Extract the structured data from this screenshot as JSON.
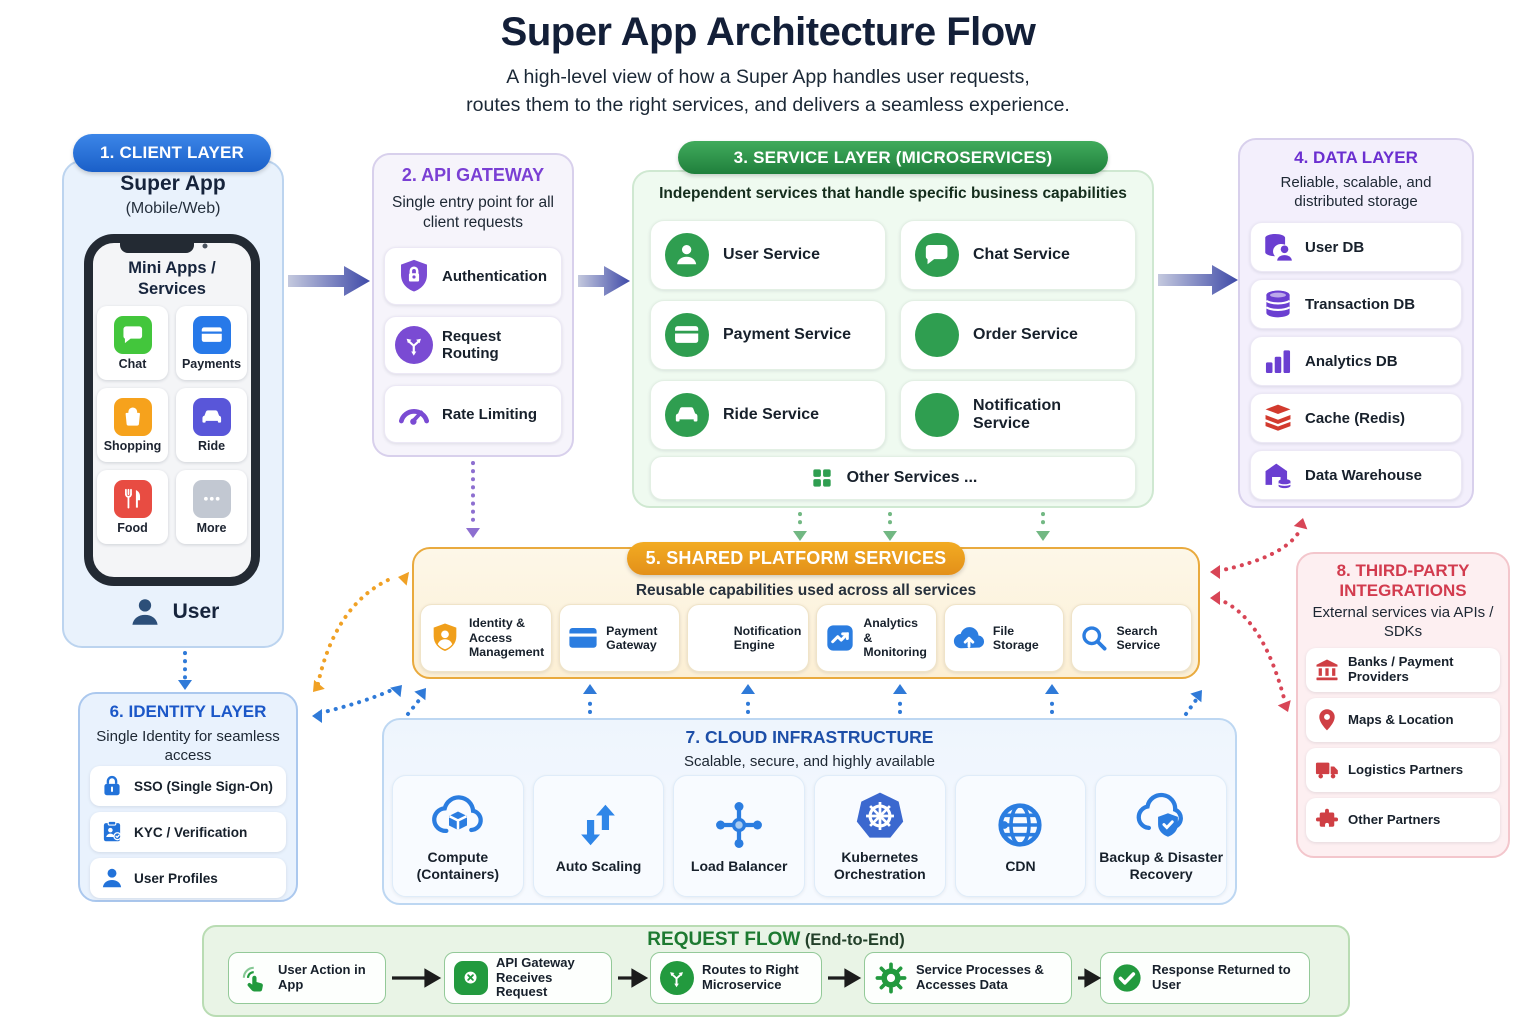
{
  "title": "Super App Architecture Flow",
  "subtitle_line1": "A high-level view of how a Super App handles user requests,",
  "subtitle_line2": "routes them to the right services, and delivers a seamless experience.",
  "client": {
    "header": "1. CLIENT LAYER",
    "app_name": "Super App",
    "app_platform": "(Mobile/Web)",
    "phone_heading": "Mini Apps / Services",
    "tiles": [
      {
        "label": "Chat",
        "icon": "chat-icon",
        "color": "#43c63c"
      },
      {
        "label": "Payments",
        "icon": "credit-card-icon",
        "color": "#2779e9"
      },
      {
        "label": "Shopping",
        "icon": "shopping-bag-icon",
        "color": "#f6a21c"
      },
      {
        "label": "Ride",
        "icon": "car-icon",
        "color": "#5956d9"
      },
      {
        "label": "Food",
        "icon": "food-icon",
        "color": "#e84c42"
      },
      {
        "label": "More",
        "icon": "dots-icon",
        "color": "#c2c8d2"
      }
    ],
    "user_label": "User"
  },
  "gateway": {
    "header": "2. API GATEWAY",
    "description": "Single entry point for all client requests",
    "items": [
      {
        "label": "Authentication",
        "icon": "shield-lock-icon"
      },
      {
        "label": "Request Routing",
        "icon": "route-icon"
      },
      {
        "label": "Rate Limiting",
        "icon": "gauge-icon"
      }
    ]
  },
  "services": {
    "header": "3. SERVICE LAYER (MICROSERVICES)",
    "description": "Independent services that handle specific business capabilities",
    "items": [
      {
        "label": "User Service",
        "icon": "person-icon"
      },
      {
        "label": "Chat Service",
        "icon": "chat-icon"
      },
      {
        "label": "Payment Service",
        "icon": "credit-card-icon"
      },
      {
        "label": "Order Service",
        "icon": "cart-icon"
      },
      {
        "label": "Ride Service",
        "icon": "car-icon"
      },
      {
        "label": "Notification Service",
        "icon": "bell-icon"
      }
    ],
    "other_label": "Other Services ...",
    "other_icon": "grid-icon"
  },
  "datalayer": {
    "header": "4. DATA LAYER",
    "description": "Reliable, scalable, and distributed storage",
    "items": [
      {
        "label": "User DB",
        "icon": "database-user-icon"
      },
      {
        "label": "Transaction DB",
        "icon": "database-stack-icon"
      },
      {
        "label": "Analytics DB",
        "icon": "bar-chart-icon"
      },
      {
        "label": "Cache (Redis)",
        "icon": "redis-stack-icon"
      },
      {
        "label": "Data Warehouse",
        "icon": "warehouse-icon"
      }
    ]
  },
  "shared": {
    "header": "5. SHARED PLATFORM SERVICES",
    "description": "Reusable capabilities used across all services",
    "items": [
      {
        "label": "Identity & Access Management",
        "icon": "shield-person-icon"
      },
      {
        "label": "Payment Gateway",
        "icon": "credit-card-icon"
      },
      {
        "label": "Notification Engine",
        "icon": "bell-icon"
      },
      {
        "label": "Analytics & Monitoring",
        "icon": "chart-square-icon"
      },
      {
        "label": "File Storage",
        "icon": "cloud-upload-icon"
      },
      {
        "label": "Search Service",
        "icon": "search-icon"
      }
    ]
  },
  "identity": {
    "header": "6. IDENTITY LAYER",
    "description": "Single Identity for seamless access",
    "items": [
      {
        "label": "SSO (Single Sign-On)",
        "icon": "lock-icon"
      },
      {
        "label": "KYC / Verification",
        "icon": "kyc-clipboard-icon"
      },
      {
        "label": "User Profiles",
        "icon": "person-icon"
      }
    ]
  },
  "cloud": {
    "header": "7. CLOUD INFRASTRUCTURE",
    "description": "Scalable, secure, and highly available",
    "items": [
      {
        "label": "Compute (Containers)",
        "icon": "cloud-cube-icon"
      },
      {
        "label": "Auto Scaling",
        "icon": "auto-scaling-icon"
      },
      {
        "label": "Load Balancer",
        "icon": "load-balancer-icon"
      },
      {
        "label": "Kubernetes Orchestration",
        "icon": "kubernetes-icon"
      },
      {
        "label": "CDN",
        "icon": "globe-icon"
      },
      {
        "label": "Backup & Disaster Recovery",
        "icon": "cloud-shield-icon"
      }
    ]
  },
  "thirdparty": {
    "header": "8. THIRD-PARTY INTEGRATIONS",
    "description": "External services via APIs / SDKs",
    "items": [
      {
        "label": "Banks / Payment Providers",
        "icon": "bank-icon"
      },
      {
        "label": "Maps & Location",
        "icon": "map-pin-icon"
      },
      {
        "label": "Logistics Partners",
        "icon": "truck-icon"
      },
      {
        "label": "Other Partners",
        "icon": "puzzle-icon"
      }
    ]
  },
  "flow": {
    "title": "REQUEST FLOW",
    "subtitle": "(End-to-End)",
    "steps": [
      {
        "label": "User Action in App",
        "icon": "tap-icon"
      },
      {
        "label": "API Gateway Receives Request",
        "icon": "gateway-icon"
      },
      {
        "label": "Routes to Right Microservice",
        "icon": "route-icon"
      },
      {
        "label": "Service Processes & Accesses Data",
        "icon": "gear-icon"
      },
      {
        "label": "Response Returned to User",
        "icon": "check-icon"
      }
    ]
  },
  "colors": {
    "client_accent": "#1a5fc8",
    "gateway_accent": "#7a3fd4",
    "service_accent": "#2f9e50",
    "data_accent": "#6b2fd0",
    "shared_accent": "#f0a21f",
    "identity_accent": "#1b57c8",
    "cloud_accent": "#2b7de0",
    "thirdparty_accent": "#d23b4e",
    "flow_accent": "#1d7a31",
    "redis_red": "#d23a2e",
    "solid_arrow": "#3f4aa8"
  }
}
